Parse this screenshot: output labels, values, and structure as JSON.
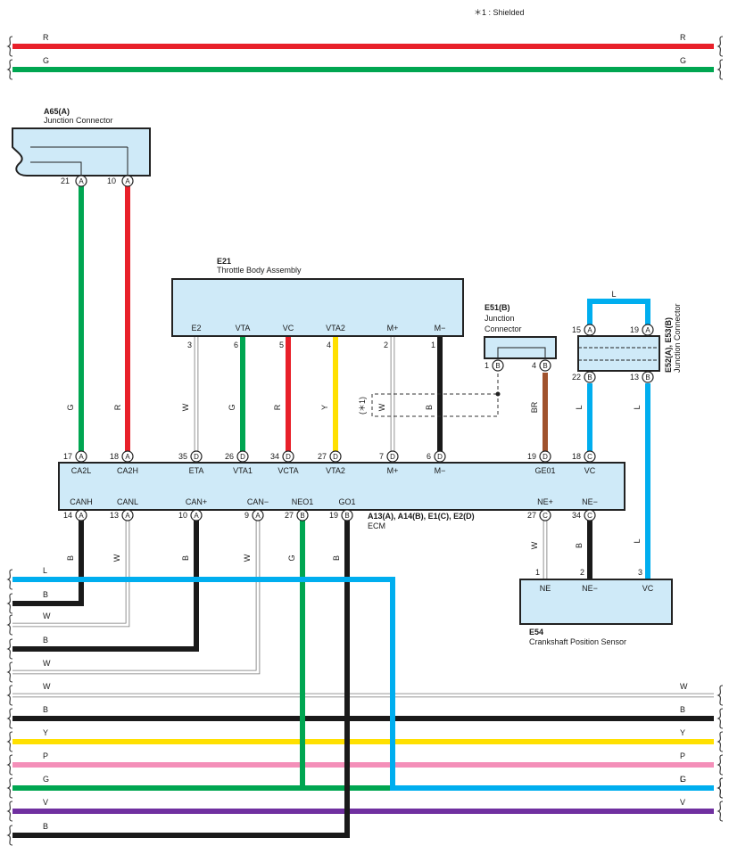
{
  "note": "＊1 : Shielded",
  "bus_top": [
    {
      "code": "R",
      "color": "#e8202a"
    },
    {
      "code": "G",
      "color": "#00a651"
    }
  ],
  "a65": {
    "id": "A65(A)",
    "name": "Junction Connector",
    "pins": [
      {
        "num": "21",
        "letter": "A",
        "wire": "G",
        "color": "#00a651"
      },
      {
        "num": "10",
        "letter": "A",
        "wire": "R",
        "color": "#e8202a"
      }
    ]
  },
  "e21": {
    "id": "E21",
    "name": "Throttle Body Assembly",
    "pins": [
      {
        "name": "E2",
        "num": "3",
        "wire": "W",
        "color": "#ffffff"
      },
      {
        "name": "VTA",
        "num": "6",
        "wire": "G",
        "color": "#00a651"
      },
      {
        "name": "VC",
        "num": "5",
        "wire": "R",
        "color": "#e8202a"
      },
      {
        "name": "VTA2",
        "num": "4",
        "wire": "Y",
        "color": "#ffe000"
      },
      {
        "name": "M+",
        "num": "2",
        "wire": "W",
        "color": "#ffffff"
      },
      {
        "name": "M−",
        "num": "1",
        "wire": "B",
        "color": "#1a1a1a"
      }
    ]
  },
  "shield_note": "(＊1)",
  "e51": {
    "id": "E51(B)",
    "name_line1": "Junction",
    "name_line2": "Connector",
    "pins": [
      {
        "num": "1",
        "letter": "B"
      },
      {
        "num": "4",
        "letter": "B"
      }
    ],
    "wire": "BR",
    "color": "#a0522d"
  },
  "e52": {
    "id": "E52(A), E53(B)",
    "name": "Junction Connector",
    "top_pins": [
      {
        "num": "15",
        "letter": "A"
      },
      {
        "num": "19",
        "letter": "A"
      }
    ],
    "bottom_pins": [
      {
        "num": "22",
        "letter": "B"
      },
      {
        "num": "13",
        "letter": "B"
      }
    ],
    "loop_wire": "L",
    "wire_left": "L",
    "wire_right": "L",
    "color": "#00aeef"
  },
  "ecm": {
    "id": "A13(A), A14(B), E1(C), E2(D)",
    "name": "ECM",
    "top_pins": [
      {
        "name": "CA2L",
        "num": "17",
        "letter": "A"
      },
      {
        "name": "CA2H",
        "num": "18",
        "letter": "A"
      },
      {
        "name": "ETA",
        "num": "35",
        "letter": "D"
      },
      {
        "name": "VTA1",
        "num": "26",
        "letter": "D"
      },
      {
        "name": "VCTA",
        "num": "34",
        "letter": "D"
      },
      {
        "name": "VTA2",
        "num": "27",
        "letter": "D"
      },
      {
        "name": "M+",
        "num": "7",
        "letter": "D"
      },
      {
        "name": "M−",
        "num": "6",
        "letter": "D"
      },
      {
        "name": "GE01",
        "num": "19",
        "letter": "D"
      },
      {
        "name": "VC",
        "num": "18",
        "letter": "C"
      }
    ],
    "bottom_pins": [
      {
        "name": "CANH",
        "num": "14",
        "letter": "A",
        "wire": "B"
      },
      {
        "name": "CANL",
        "num": "13",
        "letter": "A",
        "wire": "W"
      },
      {
        "name": "CAN+",
        "num": "10",
        "letter": "A",
        "wire": "B"
      },
      {
        "name": "CAN−",
        "num": "9",
        "letter": "A",
        "wire": "W"
      },
      {
        "name": "NEO1",
        "num": "27",
        "letter": "B",
        "wire": "G"
      },
      {
        "name": "GO1",
        "num": "19",
        "letter": "B",
        "wire": "B"
      },
      {
        "name": "NE+",
        "num": "27",
        "letter": "C",
        "wire": "W"
      },
      {
        "name": "NE−",
        "num": "34",
        "letter": "C",
        "wire": "B"
      }
    ]
  },
  "e54": {
    "id": "E54",
    "name": "Crankshaft Position Sensor",
    "pins": [
      {
        "name": "NE",
        "num": "1"
      },
      {
        "name": "NE−",
        "num": "2"
      },
      {
        "name": "VC",
        "num": "3"
      }
    ]
  },
  "bus_bottom": [
    {
      "code": "L",
      "color": "#00aeef",
      "right": ""
    },
    {
      "code": "B",
      "color": "#1a1a1a",
      "right": ""
    },
    {
      "code": "W",
      "color": "#ffffff",
      "right": ""
    },
    {
      "code": "B",
      "color": "#1a1a1a",
      "right": ""
    },
    {
      "code": "W",
      "color": "#ffffff",
      "right": ""
    },
    {
      "code": "W",
      "color": "#ffffff",
      "right": "W"
    },
    {
      "code": "B",
      "color": "#1a1a1a",
      "right": "B"
    },
    {
      "code": "Y",
      "color": "#ffe000",
      "right": "Y"
    },
    {
      "code": "P",
      "color": "#f48fb9",
      "right": "P"
    },
    {
      "code": "G",
      "color": "#00a651",
      "right": "G"
    },
    {
      "code": "V",
      "color": "#7030a0",
      "right": "V"
    },
    {
      "code": "B",
      "color": "#1a1a1a",
      "right": ""
    }
  ],
  "crank_return_label": "L"
}
